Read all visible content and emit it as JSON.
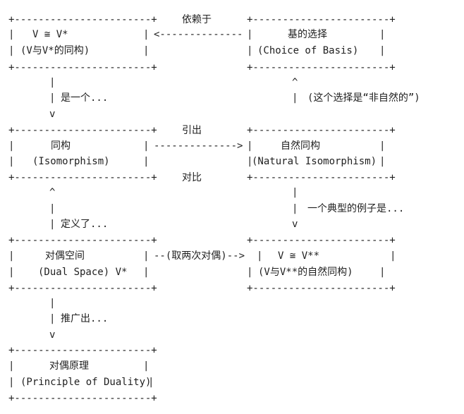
{
  "diagram": {
    "edges": {
      "choice_to_iso": "依赖于",
      "vvstar_to_iso_down": "是一个...",
      "iso_to_natural": "引出",
      "contrast": "对比",
      "choice_note": "(这个选择是“非自然的”)",
      "natural_example": "一个典型的例子是...",
      "iso_to_dual": "定义了...",
      "dual_to_double": "--(取两次对偶)-->",
      "dual_to_principle": "推广出..."
    },
    "nodes": {
      "v_iso_vstar": {
        "line1": "V ≅ V*",
        "line2": "(V与V*的同构)"
      },
      "choice_of_basis": {
        "line1": "基的选择",
        "line2": "(Choice of Basis)"
      },
      "isomorphism": {
        "line1": "同构",
        "line2": "(Isomorphism)"
      },
      "natural_isomorphism": {
        "line1": "自然同构",
        "line2": "(Natural Isomorphism)"
      },
      "dual_space": {
        "line1": "对偶空间",
        "line2": "(Dual Space) V*"
      },
      "v_iso_vdoublestar": {
        "line1": "V ≅ V**",
        "line2": "(V与V**的自然同构)"
      },
      "principle_of_duality": {
        "line1": "对偶原理",
        "line2": "(Principle of Duality)"
      }
    }
  }
}
